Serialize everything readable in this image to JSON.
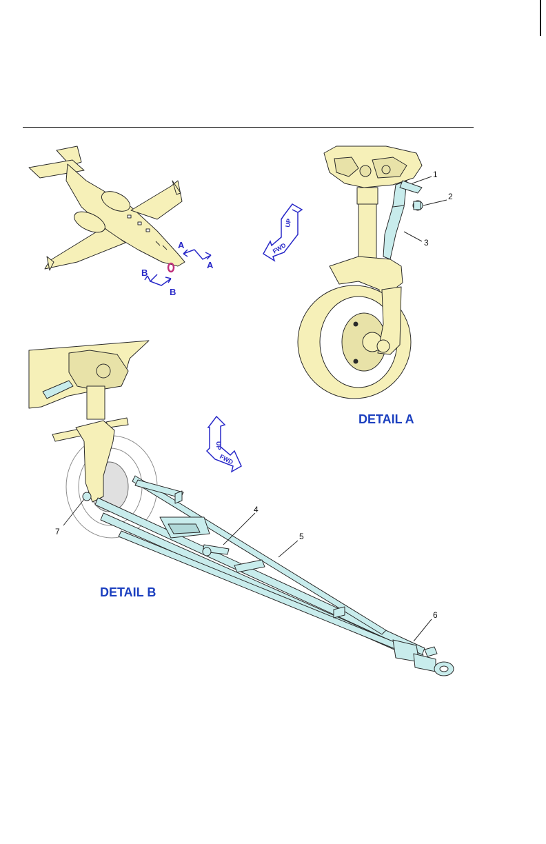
{
  "figure": {
    "detail_a_title": "DETAIL A",
    "detail_b_title": "DETAIL B",
    "view_letter_a": "A",
    "view_letter_b": "B",
    "orientation_up": "UP",
    "orientation_fwd": "FWD"
  },
  "callouts": [
    {
      "id": "1",
      "text": "1"
    },
    {
      "id": "2",
      "text": "2"
    },
    {
      "id": "3",
      "text": "3"
    },
    {
      "id": "4",
      "text": "4"
    },
    {
      "id": "5",
      "text": "5"
    },
    {
      "id": "6",
      "text": "6"
    },
    {
      "id": "7",
      "text": "7"
    }
  ],
  "colors": {
    "airframe": "#f6f0b8",
    "tow_bar": "#c8ecec",
    "outline": "#2a2a2a",
    "view_arrows": "#2828c8",
    "highlight": "#c0307a",
    "title_text": "#1b3fbf"
  }
}
